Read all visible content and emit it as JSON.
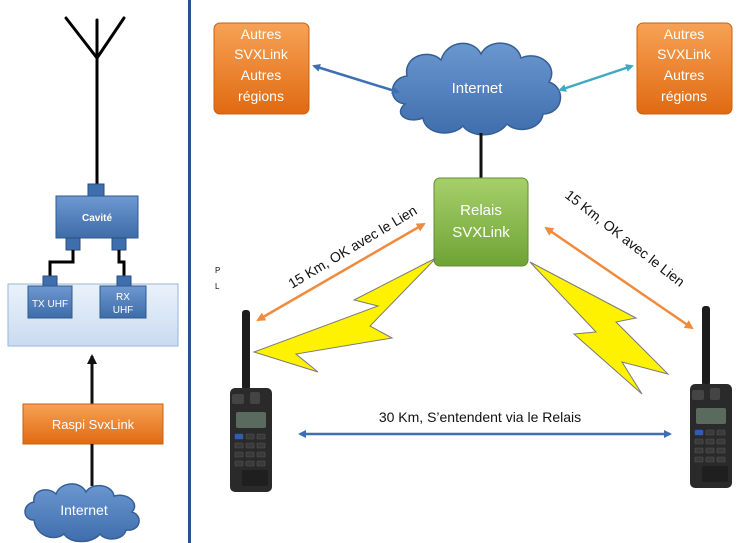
{
  "left_panel": {
    "cavity_label": "Cavité",
    "tx_label": "TX UHF",
    "rx_label_line1": "RX",
    "rx_label_line2": "UHF",
    "raspi_label": "Raspi SvxLink",
    "internet_label": "Internet"
  },
  "main": {
    "internet_label": "Internet",
    "other_left": [
      "Autres",
      "SVXLink",
      "Autres",
      "régions"
    ],
    "other_right": [
      "Autres",
      "SVXLink",
      "Autres",
      "régions"
    ],
    "relay": [
      "Relais",
      "SVXLink"
    ],
    "link_left_label": "15 Km, OK avec le Lien",
    "link_right_label": "15 Km, OK avec le Lien",
    "radios_label": "30 Km, S’entendent via le Relais",
    "pl_label_line1": "P",
    "pl_label_line2": "L"
  },
  "colors": {
    "orange": "#F4822A",
    "green": "#8CC04B",
    "cloud_blue": "#4F81BD",
    "arrow_blue": "#3F6FB3",
    "arrow_teal": "#3FA9C4",
    "arrow_orange": "#F08A3C",
    "lightning": "#FFF200",
    "divider": "#2F4F8F"
  }
}
